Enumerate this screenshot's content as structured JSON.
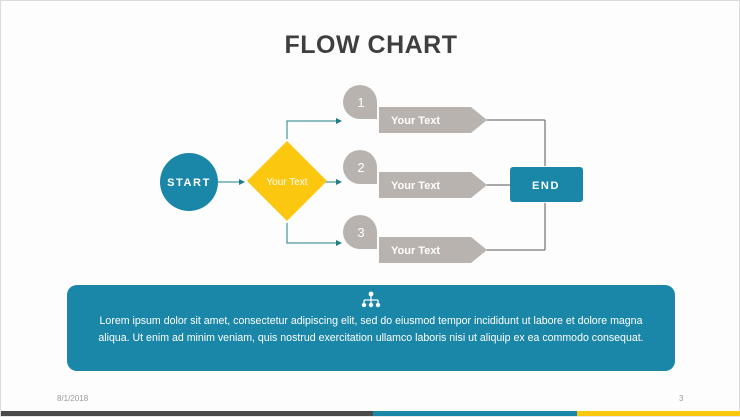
{
  "slide": {
    "title": "FLOW CHART",
    "date": "8/1/2018",
    "page_number": "3"
  },
  "flowchart": {
    "start_label": "START",
    "decision_label": "Your Text",
    "end_label": "END",
    "steps": [
      {
        "number": "1",
        "label": "Your Text"
      },
      {
        "number": "2",
        "label": "Your Text"
      },
      {
        "number": "3",
        "label": "Your Text"
      }
    ]
  },
  "info_box": {
    "icon": "hierarchy-icon",
    "text": "Lorem ipsum dolor sit amet, consectetur adipiscing elit, sed do eiusmod tempor incididunt ut labore et dolore magna aliqua. Ut enim ad minim veniam, quis nostrud exercitation ullamco laboris nisi ut aliquip ex ea commodo consequat."
  },
  "colors": {
    "teal": "#1a87a8",
    "yellow": "#fcc80f",
    "gray": "#b9b3af",
    "connector": "#1f7f84",
    "end_connector": "#555555",
    "footer_dark": "#4a4a4a"
  }
}
